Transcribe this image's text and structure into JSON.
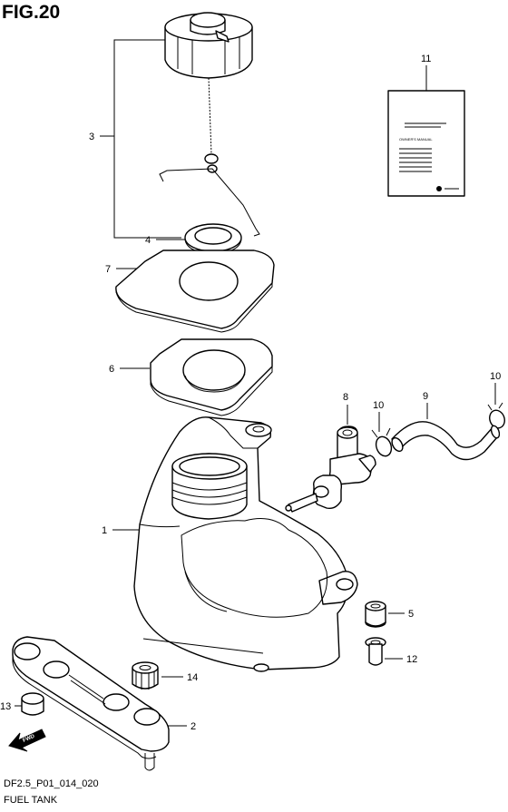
{
  "figure": {
    "title": "FIG.20"
  },
  "footer": {
    "code": "DF2.5_P01_014_020",
    "name": "FUEL TANK"
  },
  "callouts": {
    "c1": "1",
    "c2": "2",
    "c3": "3",
    "c4": "4",
    "c5": "5",
    "c6": "6",
    "c7": "7",
    "c8": "8",
    "c9": "9",
    "c10a": "10",
    "c10b": "10",
    "c11": "11",
    "c12": "12",
    "c13": "13",
    "c14": "14"
  },
  "manual": {
    "heading": "OWNER'S MANUAL"
  },
  "fwd": {
    "label": "FWD"
  }
}
